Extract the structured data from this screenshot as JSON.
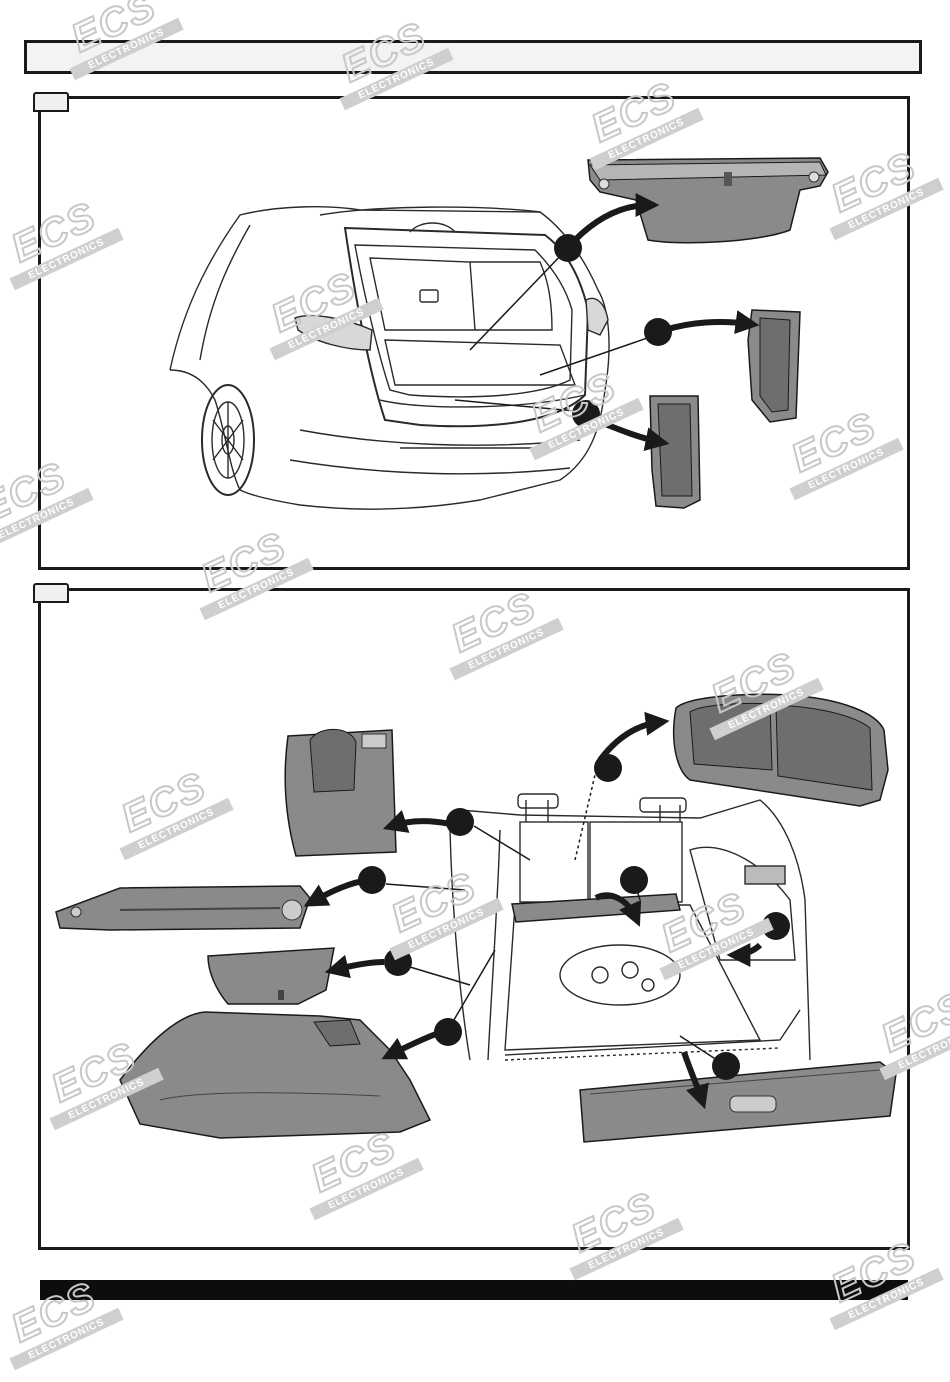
{
  "watermark": {
    "logo": "ECS",
    "subtext": "ELECTRONICS"
  },
  "panels": [
    {
      "id": "step-1",
      "callouts": 3,
      "parts": [
        "luggage-cover",
        "side-trim-right",
        "side-trim-left"
      ]
    },
    {
      "id": "step-2",
      "callouts": 8,
      "parts": [
        "seat-backrest-left",
        "sill-trim",
        "side-cover",
        "side-panel",
        "rear-seat-backrest",
        "floor-cover",
        "side-grille",
        "bumper-trim"
      ]
    }
  ],
  "colors": {
    "line": "#1a1a1a",
    "part_fill": "#8a8a8a",
    "part_dark": "#6e6e6e",
    "watermark": "#c8c8c8"
  }
}
